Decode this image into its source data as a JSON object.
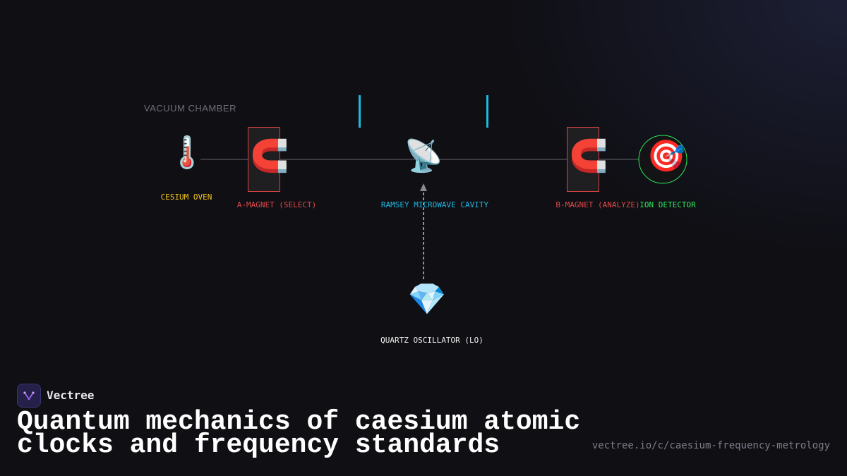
{
  "diagram": {
    "chamber_label": "VACUUM CHAMBER",
    "components": {
      "oven": {
        "label": "CESIUM OVEN",
        "icon": "thermometer-icon",
        "glyph": "🌡️",
        "color": "#f5c518"
      },
      "a_magnet": {
        "label": "A-MAGNET (SELECT)",
        "icon": "magnet-icon",
        "glyph": "🧲",
        "color": "#e04848"
      },
      "cavity": {
        "label": "RAMSEY MICROWAVE CAVITY",
        "icon": "satellite-antenna-icon",
        "glyph": "📡",
        "color": "#22b8e0"
      },
      "b_magnet": {
        "label": "B-MAGNET (ANALYZE)",
        "icon": "magnet-icon",
        "glyph": "🧲",
        "color": "#e04848"
      },
      "detector": {
        "label": "ION DETECTOR",
        "icon": "target-icon",
        "glyph": "🎯",
        "color": "#2ee85a"
      },
      "oscillator": {
        "label": "QUARTZ OSCILLATOR (LO)",
        "icon": "gem-icon",
        "glyph": "💎",
        "color": "#f0f0f0"
      }
    }
  },
  "footer": {
    "brand": "Vectree",
    "title": "Quantum mechanics of caesium atomic clocks and frequency standards",
    "url": "vectree.io/c/caesium-frequency-metrology"
  }
}
